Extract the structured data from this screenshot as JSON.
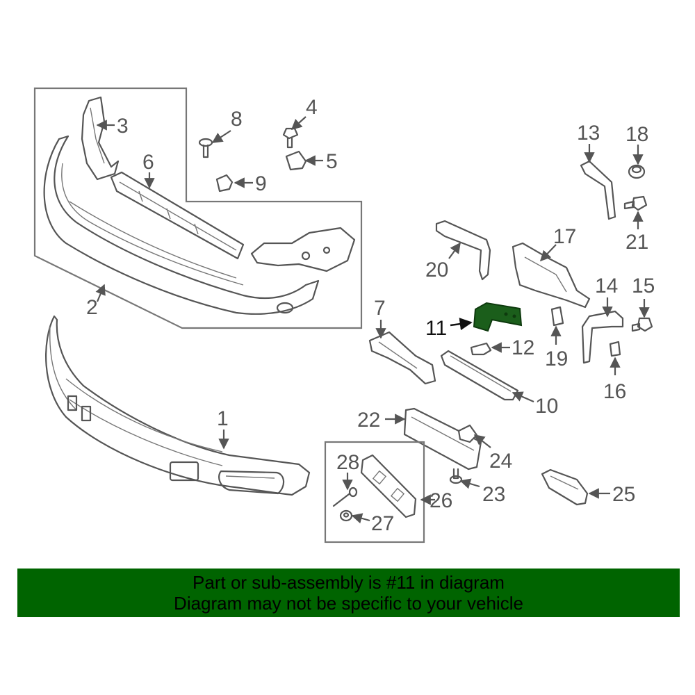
{
  "diagram": {
    "callouts": [
      "1",
      "2",
      "3",
      "4",
      "5",
      "6",
      "7",
      "8",
      "9",
      "10",
      "11",
      "12",
      "13",
      "14",
      "15",
      "16",
      "17",
      "18",
      "19",
      "20",
      "21",
      "22",
      "23",
      "24",
      "25",
      "26",
      "27",
      "28"
    ],
    "highlighted_part": "11",
    "highlight_color": "#1b5e1b"
  },
  "banner": {
    "line1": "Part or sub-assembly is #11 in diagram",
    "line2": "Diagram may not be specific to your vehicle",
    "background": "#006400"
  }
}
